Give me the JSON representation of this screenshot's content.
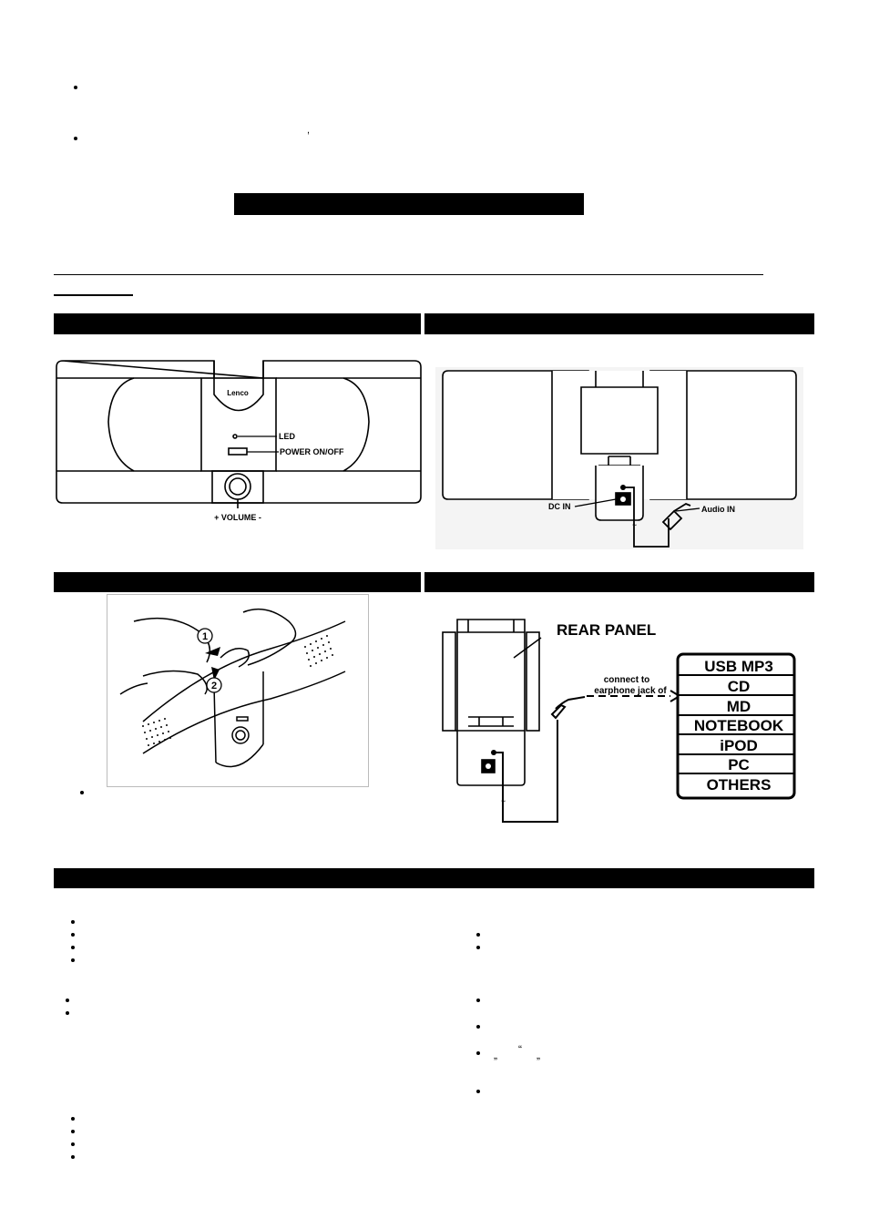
{
  "front_panel": {
    "brand": "Lenco",
    "led_label": "LED",
    "power_label": "POWER ON/OFF",
    "volume_label": "+ VOLUME -"
  },
  "rear_panel": {
    "dc_in_label": "DC IN",
    "audio_in_label": "Audio IN"
  },
  "connection": {
    "rear_panel_title": "REAR PANEL",
    "connect_text_1": "connect to",
    "connect_text_2": "earphone jack of",
    "devices": [
      "USB MP3",
      "CD",
      "MD",
      "NOTEBOOK",
      "iPOD",
      "PC",
      "OTHERS"
    ]
  },
  "install": {
    "step_1": "1",
    "step_2": "2"
  },
  "stray_marks": {
    "comma": ",",
    "quote_open": "„",
    "quote_mid": "“",
    "quote_close": "„"
  }
}
